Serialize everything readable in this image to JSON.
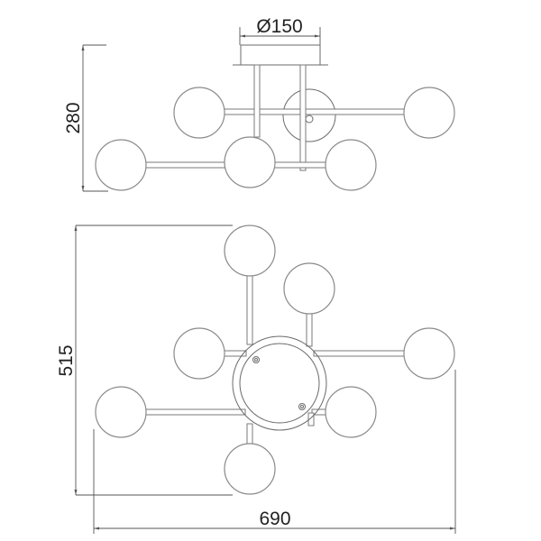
{
  "drawing": {
    "subject": "ceiling lamp with 7 glass globes",
    "line_color": "#6a6a6a",
    "background": "#ffffff"
  },
  "dimensions": {
    "canopy_diameter": "Ø150",
    "height": "280",
    "depth": "515",
    "width": "690"
  },
  "views": [
    {
      "name": "side-view",
      "globe_count": 7
    },
    {
      "name": "bottom-view",
      "globe_count": 7
    }
  ]
}
